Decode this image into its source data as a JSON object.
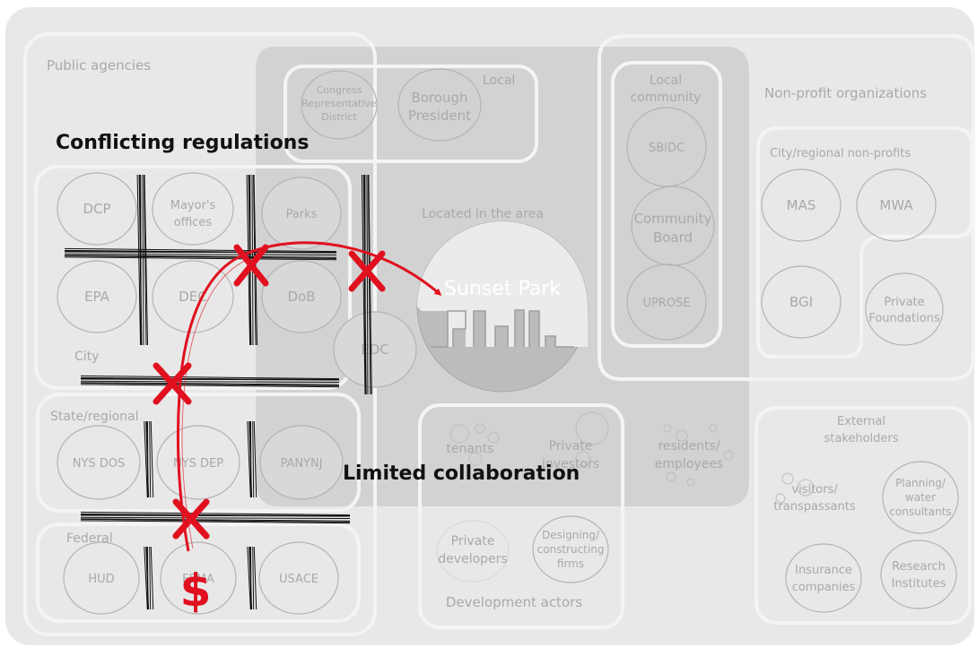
{
  "groups": {
    "public_agencies": "Public agencies",
    "local": "Local",
    "local_community": [
      "Local",
      "community"
    ],
    "non_profit": "Non-profit organizations",
    "city_regional_non_profits": "City/regional non-profits",
    "city": "City",
    "state_regional": "State/regional",
    "federal": "Federal",
    "located_in_area": "Located in the area",
    "development_actors": "Development actors",
    "external_stakeholders": [
      "External",
      "stakeholders"
    ]
  },
  "actors": {
    "congress": [
      "Congress",
      "Representative",
      "District"
    ],
    "borough_president": [
      "Borough",
      "President"
    ],
    "sbidc": "SBIDC",
    "community_board": [
      "Community",
      "Board"
    ],
    "uprose": "UPROSE",
    "mas": "MAS",
    "mwa": "MWA",
    "bgi": "BGI",
    "private_foundations": [
      "Private",
      "Foundations"
    ],
    "dcp": "DCP",
    "mayors_offices": [
      "Mayor's",
      "offices"
    ],
    "parks": "Parks",
    "epa": "EPA",
    "dec": "DEC",
    "dob": "DoB",
    "edc": "EDC",
    "nys_dos": "NYS DOS",
    "nys_dep": "NYS DEP",
    "panynj": "PANYNJ",
    "hud": "HUD",
    "fema": "FEMA",
    "usace": "USACE",
    "sunset_park": "Sunset Park",
    "tenants": "tenants",
    "private_investors": [
      "Private",
      "investors"
    ],
    "residents": [
      "residents/",
      "employees"
    ],
    "private_developers": [
      "Private",
      "developers"
    ],
    "designing_firms": [
      "Designing/",
      "constructing",
      "firms"
    ],
    "visitors": [
      "visitors/",
      "transpassants"
    ],
    "planning_consultants": [
      "Planning/",
      "water",
      "consultants"
    ],
    "insurance": [
      "Insurance",
      "companies"
    ],
    "research": [
      "Research",
      "Institutes"
    ]
  },
  "callouts": {
    "conflicting": "Conflicting regulations",
    "limited": "Limited collaboration",
    "dollar": "$"
  },
  "colors": {
    "background": "#e8e8e8",
    "shaded": "#d2d2d2",
    "accent_red": "#e0101f",
    "text_gray": "#a9a9a9"
  }
}
